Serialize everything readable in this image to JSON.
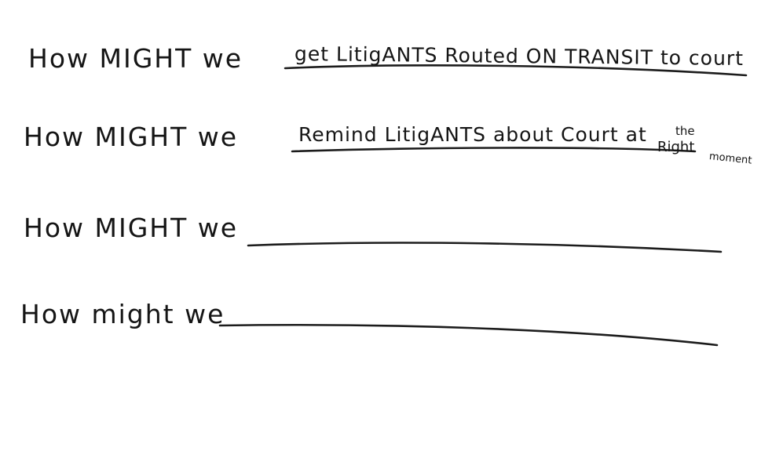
{
  "sheet": {
    "rows": [
      {
        "prompt": "How MIGHT we",
        "answer": "get LitigANTS Routed ON TRANSIT to court"
      },
      {
        "prompt": "How MIGHT we",
        "answer": "Remind LitigANTS about Court at",
        "insert_above": "the",
        "answer_end": "Right",
        "trailing": "moment"
      },
      {
        "prompt": "How MIGHT we",
        "answer": ""
      },
      {
        "prompt": "How might we",
        "answer": ""
      }
    ]
  }
}
